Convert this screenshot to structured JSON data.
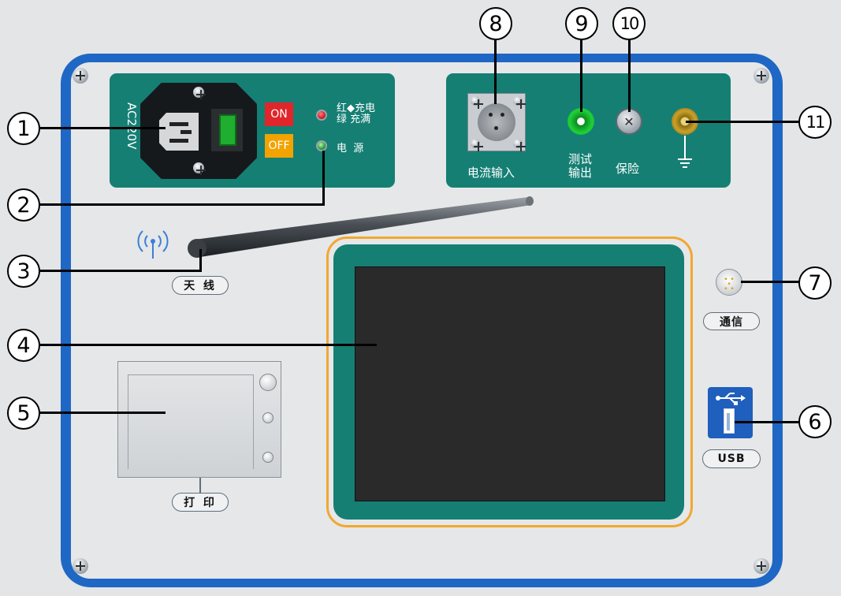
{
  "callouts": [
    "1",
    "2",
    "3",
    "4",
    "5",
    "6",
    "7",
    "8",
    "9",
    "10",
    "11"
  ],
  "power": {
    "voltage": "AC220V",
    "on_label": "ON",
    "off_label": "OFF",
    "charge_line1": "红◆充电",
    "charge_line2": "绿 充满",
    "power_label": "电  源"
  },
  "io": {
    "current_input": "电流输入",
    "test_output_line1": "测试",
    "test_output_line2": "输出",
    "fuse": "保险"
  },
  "labels": {
    "antenna": "天 线",
    "print": "打 印",
    "comm": "通信",
    "usb": "USB"
  },
  "colors": {
    "frame": "#1f67c4",
    "teal": "#157f74",
    "on": "#e0262b",
    "off": "#f2a300",
    "screen_border": "#f0a830",
    "screen": "#2a2a2a"
  },
  "icons": [
    "screw-icon",
    "power-socket-icon",
    "rocker-switch-icon",
    "led-icon",
    "xlr-connector-icon",
    "banana-jack-icon",
    "fuse-holder-icon",
    "ground-terminal-icon",
    "ground-symbol-icon",
    "antenna-icon",
    "wireless-signal-icon",
    "comm-port-icon",
    "usb-icon"
  ]
}
